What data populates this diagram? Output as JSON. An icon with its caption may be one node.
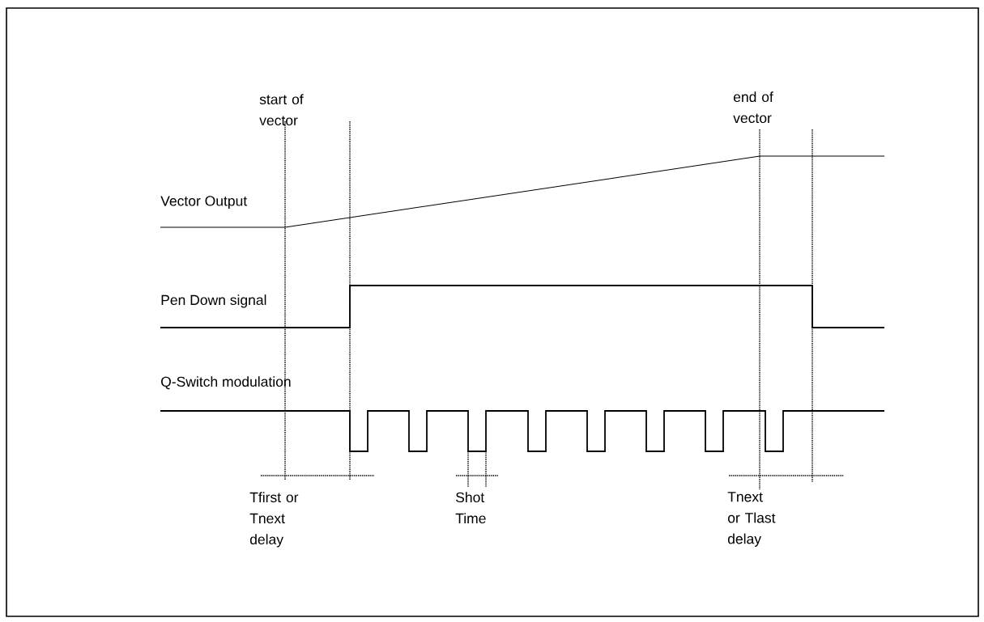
{
  "diagram": {
    "labels": [
      "start of vector",
      "end of vector",
      "Vector Output",
      "Pen Down signal",
      "Q-Switch modulation",
      "Tfirst or Tnext delay",
      "Shot Time",
      "Tnext or Tlast delay"
    ]
  }
}
